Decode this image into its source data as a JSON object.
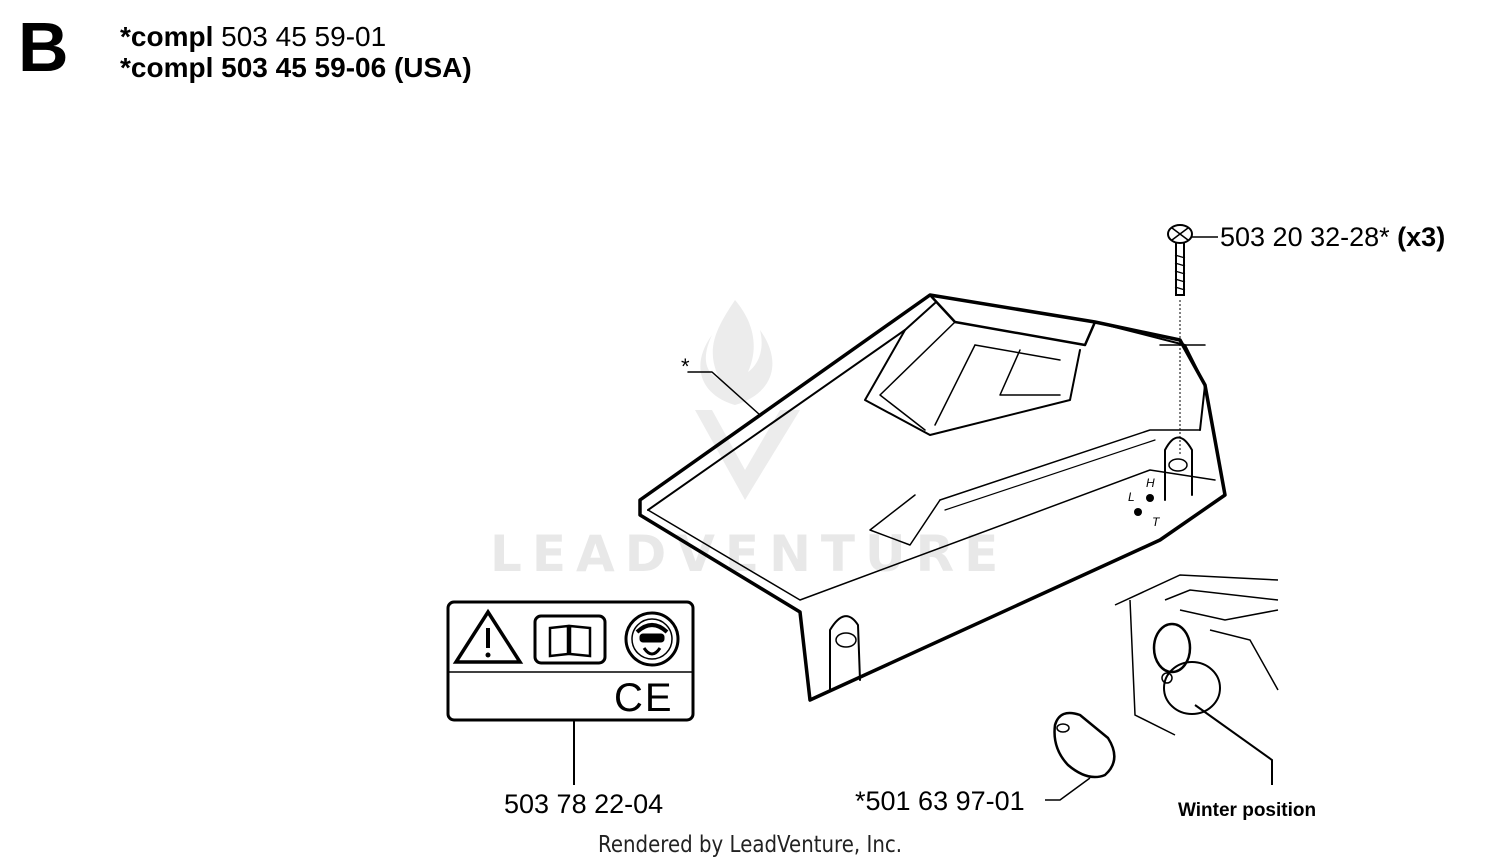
{
  "header": {
    "section_letter": "B",
    "line1_prefix": "*compl",
    "line1_number": "503 45 59-01",
    "line2_prefix": "*compl",
    "line2_number": "503 45 59-06 (USA)"
  },
  "callouts": {
    "screw_number": "503 20 32-28*",
    "screw_qty": "(x3)",
    "cover_marker": "*",
    "label_number": "503 78 22-04",
    "plug_number": "*501 63 97-01",
    "winter_position": "Winter position"
  },
  "cover_markings": {
    "l": "L",
    "h": "H",
    "t": "T"
  },
  "decal": {
    "ce_mark": "CE",
    "icons": [
      "warning-triangle-icon",
      "manual-book-icon",
      "protective-gear-icon"
    ]
  },
  "watermark": "LEADVENTURE",
  "footer": "Rendered by LeadVenture, Inc."
}
